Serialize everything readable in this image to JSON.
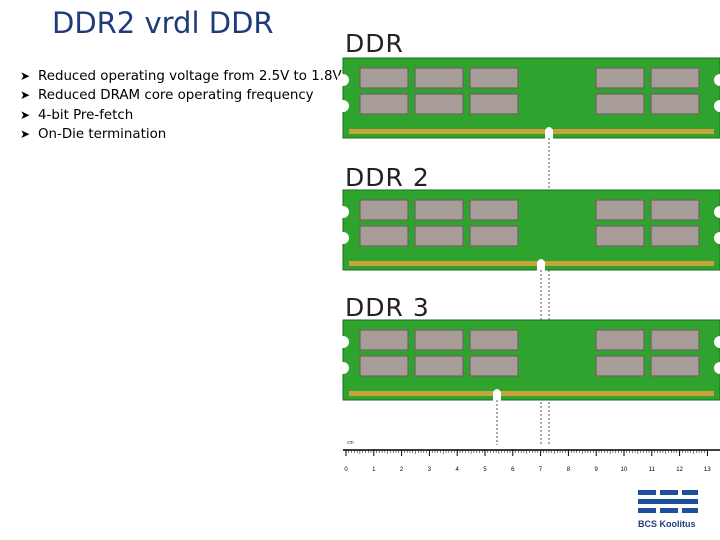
{
  "title": "DDR2 vrdl DDR",
  "bullets": [
    {
      "icon": "arrow-bullet-icon",
      "text": "Reduced operating voltage from 2.5V to 1.8V"
    },
    {
      "icon": "arrow-bullet-icon",
      "text": "Reduced DRAM core operating frequency"
    },
    {
      "icon": "arrow-bullet-icon",
      "text": "4-bit Pre-fetch"
    },
    {
      "icon": "arrow-bullet-icon",
      "text": "On-Die termination"
    }
  ],
  "modules": [
    {
      "label": "DDR"
    },
    {
      "label": "DDR 2"
    },
    {
      "label": "DDR 3"
    }
  ],
  "ruler": {
    "unit": "cm",
    "ticks": [
      "0",
      "1",
      "2",
      "3",
      "4",
      "5",
      "6",
      "7",
      "8",
      "9",
      "10",
      "11",
      "12",
      "13"
    ]
  },
  "logo": {
    "text": "BCS Koolitus"
  },
  "colors": {
    "title": "#1f3c7a",
    "pcb": "#2ea32e",
    "chip": "#a89c99",
    "contacts": "#c8a23a"
  }
}
